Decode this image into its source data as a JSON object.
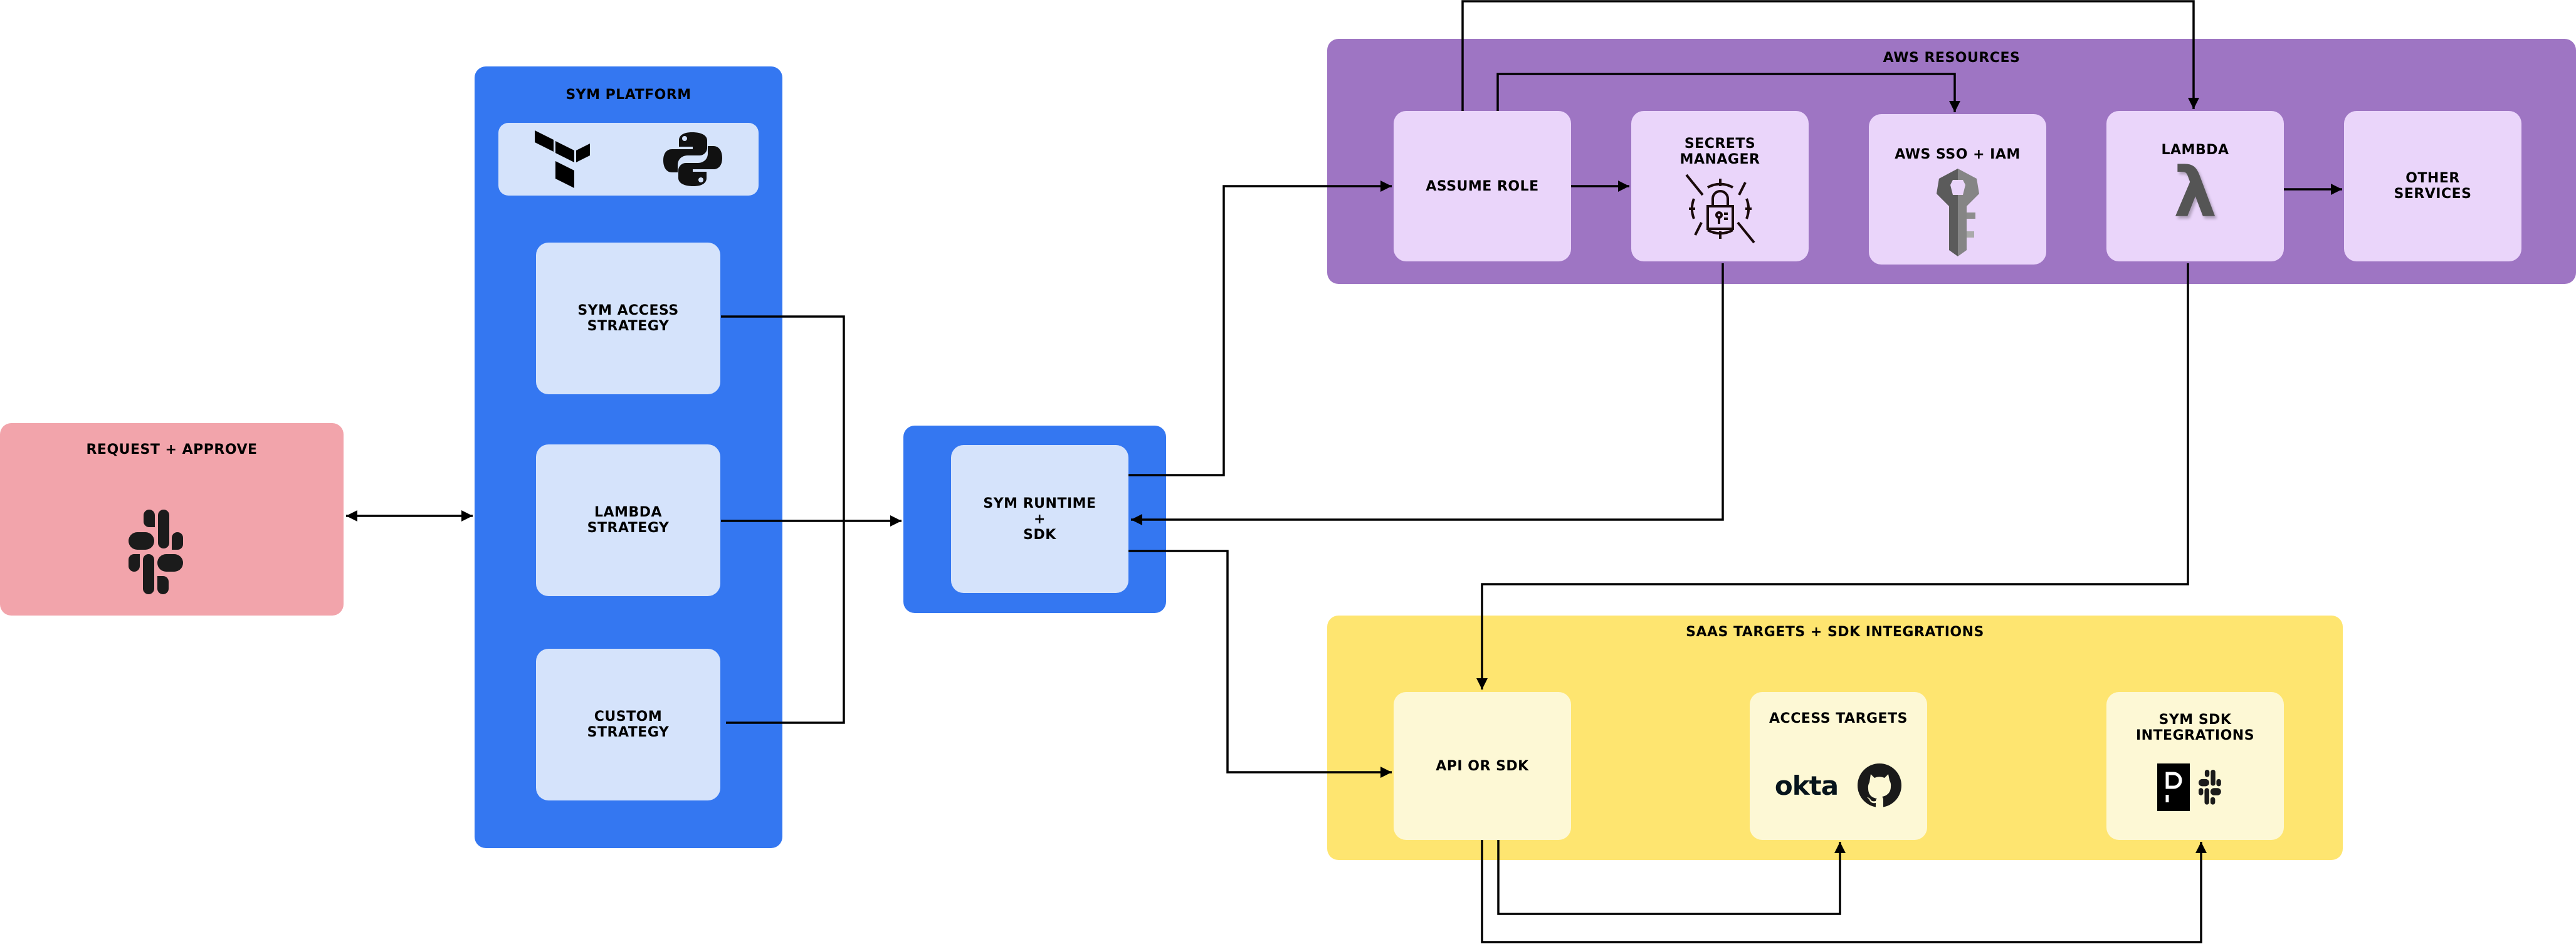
{
  "colors": {
    "request_bg": "#f2a4ab",
    "platform_bg": "#3477f1",
    "platform_inner": "#d5e3fb",
    "aws_bg": "#9e75c3",
    "aws_inner": "#ead5fa",
    "saas_bg": "#fee570",
    "saas_inner": "#fdf8d5",
    "line": "#000000"
  },
  "request": {
    "title": "REQUEST + APPROVE",
    "icon": "slack-icon"
  },
  "platform": {
    "title": "SYM PLATFORM",
    "tools": [
      "terraform-icon",
      "python-icon"
    ],
    "strategies": [
      {
        "line1": "SYM ACCESS",
        "line2": "STRATEGY"
      },
      {
        "line1": "LAMBDA",
        "line2": "STRATEGY"
      },
      {
        "line1": "CUSTOM",
        "line2": "STRATEGY"
      }
    ]
  },
  "runtime": {
    "line1": "SYM RUNTIME",
    "line2": "+",
    "line3": "SDK"
  },
  "aws": {
    "title": "AWS RESOURCES",
    "assume_role": "ASSUME ROLE",
    "secrets": {
      "line1": "SECRETS",
      "line2": "MANAGER",
      "icon": "secrets-lock-icon"
    },
    "sso": {
      "label": "AWS SSO + IAM",
      "icon": "iam-key-icon"
    },
    "lambda": {
      "label": "LAMBDA",
      "icon": "lambda-icon",
      "glyph": "λ"
    },
    "other": {
      "line1": "OTHER",
      "line2": "SERVICES"
    }
  },
  "saas": {
    "title": "SAAS TARGETS + SDK INTEGRATIONS",
    "api": "API OR SDK",
    "access_targets": {
      "label": "ACCESS TARGETS",
      "okta": "okta",
      "icons": [
        "okta-logo",
        "github-icon"
      ]
    },
    "sdk_integrations": {
      "line1": "SYM SDK",
      "line2": "INTEGRATIONS",
      "icons": [
        "pagerduty-icon",
        "slack-icon"
      ]
    }
  },
  "connections": [
    "request <-> platform",
    "strategies -> runtime",
    "runtime -> assume role",
    "secrets manager -> runtime",
    "runtime -> api or sdk",
    "assume role -> secrets manager",
    "assume role -> aws sso + iam",
    "assume role -> lambda",
    "lambda -> other services",
    "lambda -> api or sdk",
    "api or sdk -> access targets",
    "api or sdk -> sym sdk integrations"
  ]
}
